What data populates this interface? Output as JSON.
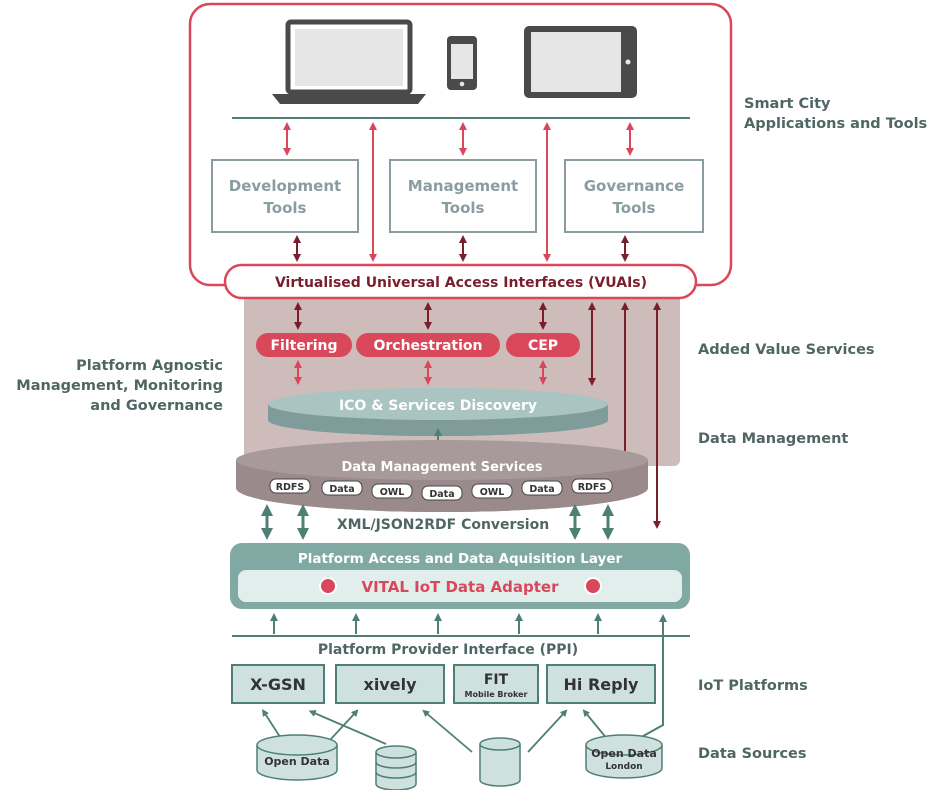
{
  "labels": {
    "smart_city": [
      "Smart City",
      "Applications and Tools"
    ],
    "added_value": "Added Value Services",
    "data_management": "Data Management",
    "iot_platforms": "IoT Platforms",
    "data_sources": "Data Sources",
    "platform_agnostic": [
      "Platform Agnostic",
      "Management, Monitoring",
      "and Governance"
    ]
  },
  "tools": [
    [
      "Development",
      "Tools"
    ],
    [
      "Management",
      "Tools"
    ],
    [
      "Governance",
      "Tools"
    ]
  ],
  "vuai": "Virtualised Universal Access Interfaces (VUAIs)",
  "services": [
    "Filtering",
    "Orchestration",
    "CEP"
  ],
  "ico": "ICO & Services Discovery",
  "dms": {
    "title": "Data Management Services",
    "chips": [
      "RDFS",
      "Data",
      "OWL",
      "Data",
      "OWL",
      "Data",
      "RDFS"
    ]
  },
  "conversion": "XML/JSON2RDF Conversion",
  "access_layer": {
    "title": "Platform Access and Data Aquisition Layer",
    "adapter": "VITAL IoT Data Adapter"
  },
  "ppi": "Platform Provider Interface (PPI)",
  "platforms": [
    {
      "name": "X-GSN",
      "sub": ""
    },
    {
      "name": "xively",
      "sub": ""
    },
    {
      "name": "FIT",
      "sub": "Mobile Broker"
    },
    {
      "name": "Hi Reply",
      "sub": ""
    }
  ],
  "sources": {
    "open_data": "Open Data",
    "open_data_london": [
      "Open Data",
      "London"
    ]
  },
  "colors": {
    "red": "#d9475a",
    "dark_red": "#7a1e2c",
    "teal": "#4e7f75",
    "teal_light": "#b5cfcb",
    "grey_text": "#8a9da0",
    "mauve": "#a8999a",
    "beige": "#cdbcba"
  }
}
